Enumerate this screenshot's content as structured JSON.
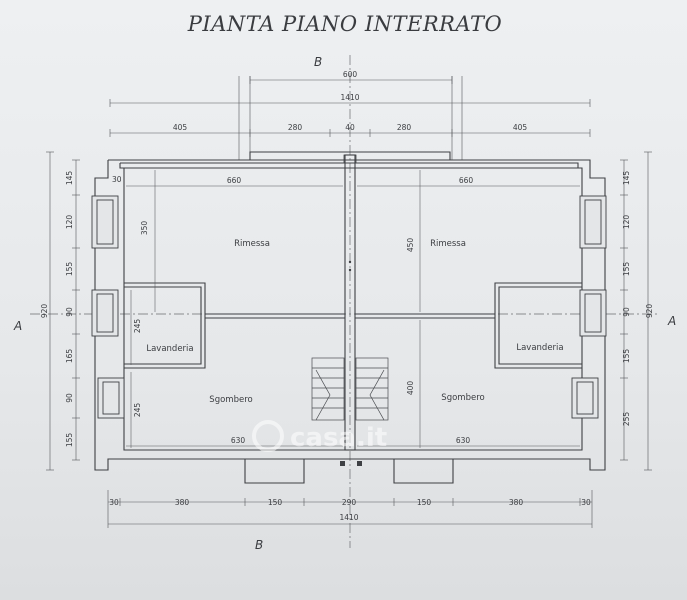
{
  "title": "PIANTA PIANO INTERRATO",
  "section_labels": {
    "top": "B",
    "bottom": "B",
    "left": "A",
    "right": "A"
  },
  "rooms": {
    "rimessa_left": "Rimessa",
    "rimessa_right": "Rimessa",
    "lavanderia_left": "Lavanderia",
    "lavanderia_right": "Lavanderia",
    "sgombero_left": "Sgombero",
    "sgombero_right": "Sgombero"
  },
  "top_dims": {
    "row1": "600",
    "row2": "1410",
    "row3": [
      "405",
      "280",
      "40",
      "280",
      "405"
    ]
  },
  "bottom_dims": {
    "row1": [
      "30",
      "380",
      "150",
      "290",
      "150",
      "380",
      "30"
    ],
    "row2": "1410"
  },
  "left_dims": {
    "outer": "920",
    "inner": [
      "145",
      "120",
      "155",
      "90",
      "165",
      "90",
      "155"
    ]
  },
  "right_dims": {
    "outer": "920",
    "inner": [
      "145",
      "120",
      "155",
      "90",
      "155",
      "255"
    ]
  },
  "interior_dims": {
    "w_660_l": "660",
    "w_660_r": "660",
    "w_630_l": "630",
    "w_630_r": "630",
    "h_350": "350",
    "h_450": "450",
    "h_400": "400",
    "h_245_a": "245",
    "h_245_b": "245",
    "t_30": "30"
  },
  "watermark": "casa.it"
}
